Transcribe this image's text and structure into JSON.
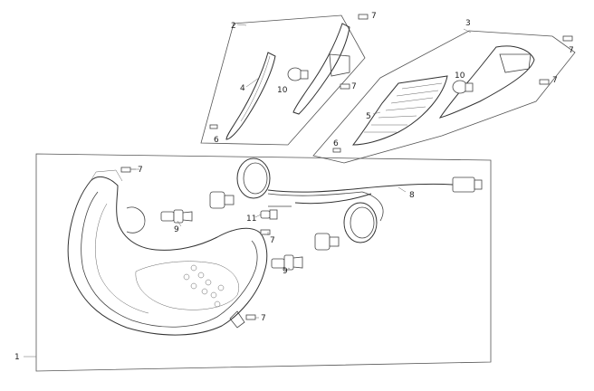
{
  "callouts": {
    "c1": "1",
    "c2": "2",
    "c3": "3",
    "c4": "4",
    "c5": "5",
    "c6a": "6",
    "c6b": "6",
    "c7a": "7",
    "c7b": "7",
    "c7c": "7",
    "c7d": "7",
    "c7e": "7",
    "c7f": "7",
    "c7g": "7",
    "c8": "8",
    "c9a": "9",
    "c9b": "9",
    "c10a": "10",
    "c10b": "10",
    "c11": "11"
  }
}
